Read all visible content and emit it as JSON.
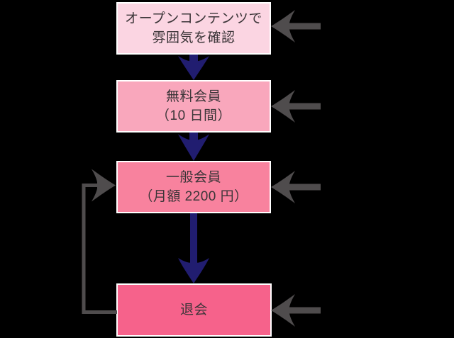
{
  "diagram": {
    "title": "membership-flow",
    "boxes": [
      {
        "name": "open-content",
        "lines": [
          "オープンコンテンツで",
          "雰囲気を確認"
        ]
      },
      {
        "name": "free-member",
        "lines": [
          "無料会員",
          "（10 日間）"
        ]
      },
      {
        "name": "regular-member",
        "lines": [
          "一般会員",
          "（月額 2200 円）"
        ]
      },
      {
        "name": "withdrawal",
        "lines": [
          "退会"
        ]
      }
    ],
    "icons": {
      "flow_step": "down-arrow-icon",
      "entry": "left-arrow-icon",
      "return_loop": "loop-arrow-icon"
    }
  },
  "colors": {
    "background": "#000000",
    "box_border": "#ffffff",
    "text": "#3b3538",
    "box1_fill": "#fbd5e2",
    "box2_fill": "#f9a7bc",
    "box3_fill": "#f8829e",
    "box4_fill": "#f6628b",
    "flow_arrow": "#211d70",
    "entry_arrow": "#4f4c4d"
  }
}
